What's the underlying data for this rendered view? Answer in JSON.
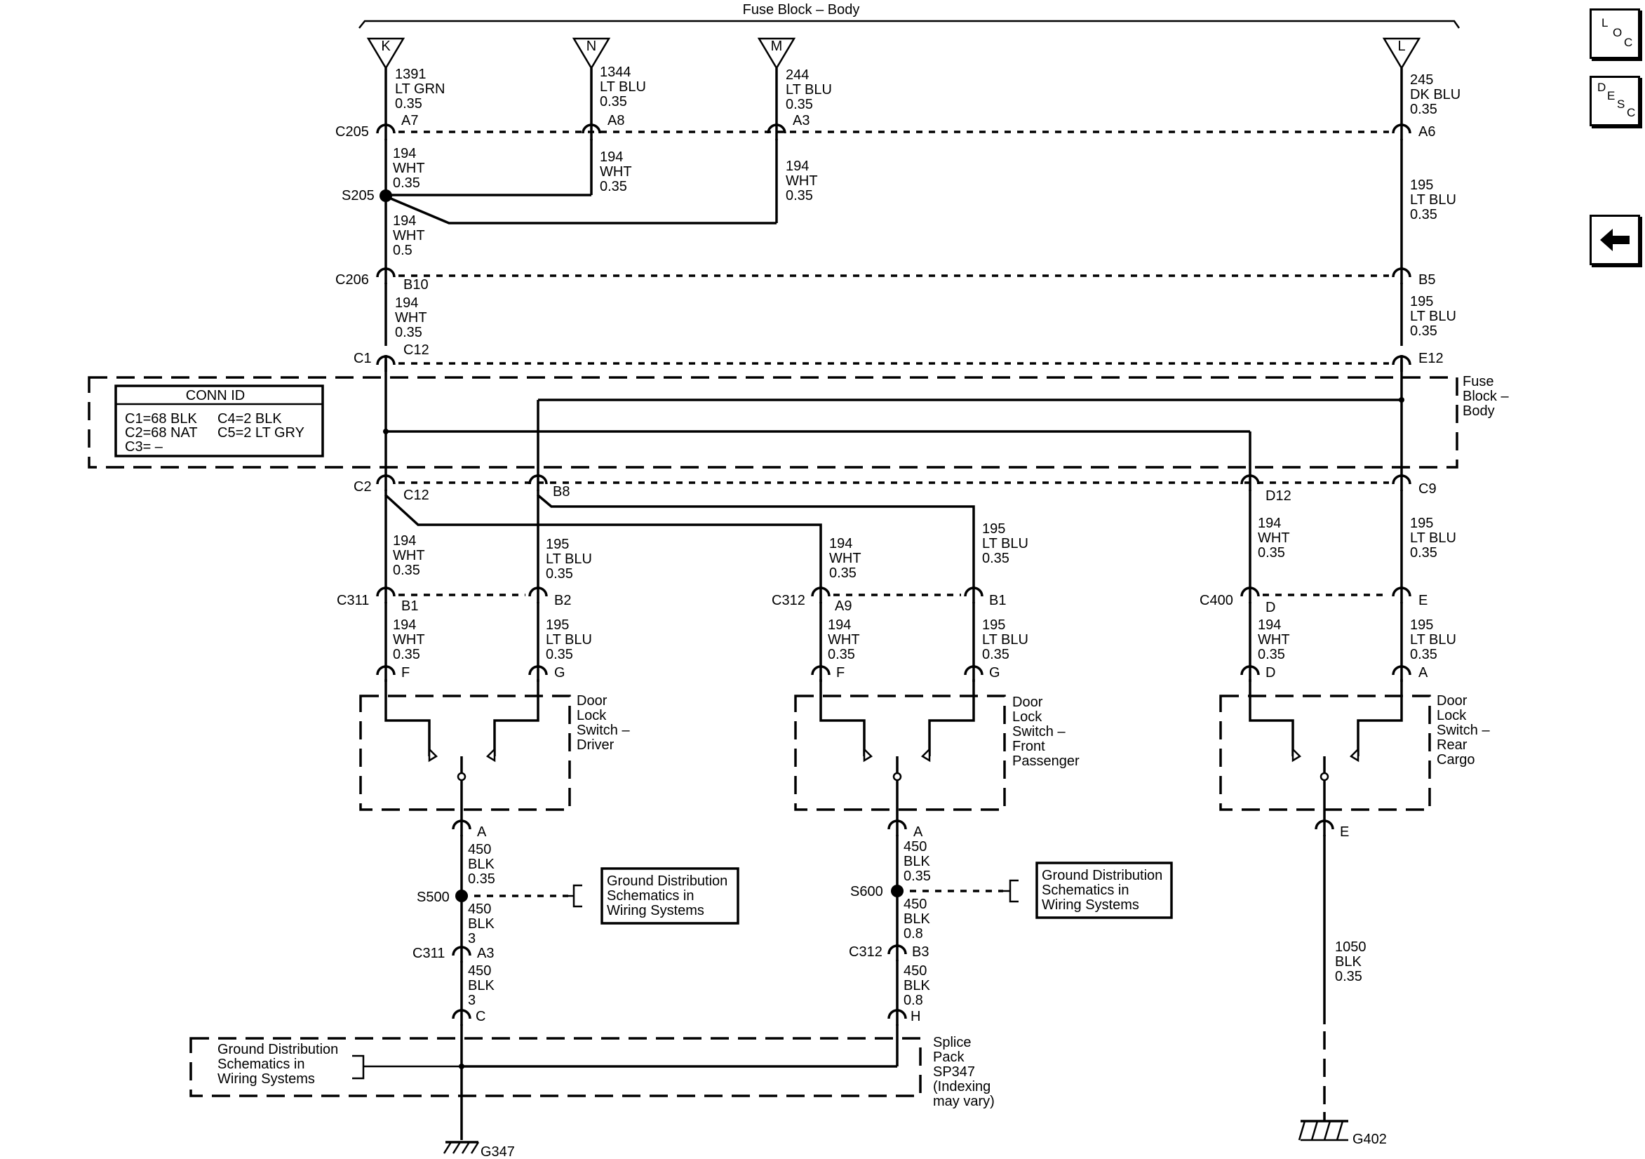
{
  "title": "Fuse Block – Body",
  "terminals": {
    "k": "K",
    "n": "N",
    "m": "M",
    "l": "L"
  },
  "w1391": [
    "1391",
    "LT GRN",
    "0.35"
  ],
  "w1344": [
    "1344",
    "LT BLU",
    "0.35"
  ],
  "w244": [
    "244",
    "LT BLU",
    "0.35"
  ],
  "w245": [
    "245",
    "DK BLU",
    "0.35"
  ],
  "c205": {
    "name": "C205",
    "a7": "A7",
    "a8": "A8",
    "a3": "A3",
    "a6": "A6"
  },
  "wA": [
    "194",
    "WHT",
    "0.35"
  ],
  "wB": [
    "194",
    "WHT",
    "0.35"
  ],
  "wC": [
    "194",
    "WHT",
    "0.35"
  ],
  "wD": [
    "194",
    "WHT",
    "0.5"
  ],
  "wE": [
    "195",
    "LT BLU",
    "0.35"
  ],
  "s205": "S205",
  "c206": {
    "name": "C206",
    "b10": "B10",
    "b5": "B5"
  },
  "wF": [
    "194",
    "WHT",
    "0.35"
  ],
  "wG": [
    "195",
    "LT BLU",
    "0.35"
  ],
  "c1": {
    "name": "C1",
    "c12": "C12",
    "e12": "E12"
  },
  "conn_id": {
    "title": "CONN ID",
    "c1": "C1=68 BLK",
    "c2": "C2=68 NAT",
    "c3": "C3= –",
    "c4": "C4=2 BLK",
    "c5": "C5=2 LT GRY"
  },
  "fuse_block_label": [
    "Fuse",
    "Block –",
    "Body"
  ],
  "c2": {
    "name": "C2",
    "c12": "C12",
    "b8": "B8",
    "d12": "D12",
    "c9": "C9"
  },
  "wH": [
    "194",
    "WHT",
    "0.35"
  ],
  "wI": [
    "195",
    "LT BLU",
    "0.35"
  ],
  "wJ": [
    "194",
    "WHT",
    "0.35"
  ],
  "wK": [
    "195",
    "LT BLU",
    "0.35"
  ],
  "wL": [
    "194",
    "WHT",
    "0.35"
  ],
  "wM": [
    "195",
    "LT BLU",
    "0.35"
  ],
  "c311": {
    "name": "C311",
    "b1": "B1",
    "b2": "B2"
  },
  "c312": {
    "name": "C312",
    "a9": "A9",
    "b1": "B1"
  },
  "c400": {
    "name": "C400",
    "d": "D",
    "e": "E"
  },
  "wN": [
    "194",
    "WHT",
    "0.35"
  ],
  "wO": [
    "195",
    "LT BLU",
    "0.35"
  ],
  "wP": [
    "194",
    "WHT",
    "0.35"
  ],
  "wQ": [
    "195",
    "LT BLU",
    "0.35"
  ],
  "wR": [
    "194",
    "WHT",
    "0.35"
  ],
  "wS": [
    "195",
    "LT BLU",
    "0.35"
  ],
  "pins": {
    "f1": "F",
    "g1": "G",
    "f2": "F",
    "g2": "G",
    "d3": "D",
    "a3": "A"
  },
  "switch_driver": [
    "Door",
    "Lock",
    "Switch –",
    "Driver"
  ],
  "switch_passenger": [
    "Door",
    "Lock",
    "Switch –",
    "Front",
    "Passenger"
  ],
  "switch_cargo": [
    "Door",
    "Lock",
    "Switch –",
    "Rear",
    "Cargo"
  ],
  "gnd_pins": {
    "a1": "A",
    "a2": "A",
    "e3": "E"
  },
  "wT": [
    "450",
    "BLK",
    "0.35"
  ],
  "wU": [
    "450",
    "BLK",
    "0.35"
  ],
  "s500": "S500",
  "s600": "S600",
  "gd1": [
    "Ground Distribution",
    "Schematics in",
    "Wiring Systems"
  ],
  "gd2": [
    "Ground Distribution",
    "Schematics in",
    "Wiring Systems"
  ],
  "gd3": [
    "Ground Distribution",
    "Schematics in",
    "Wiring Systems"
  ],
  "wV": [
    "450",
    "BLK",
    "3"
  ],
  "wW": [
    "450",
    "BLK",
    "0.8"
  ],
  "c311b": {
    "name": "C311",
    "pin": "A3"
  },
  "c312b": {
    "name": "C312",
    "pin": "B3"
  },
  "wX": [
    "450",
    "BLK",
    "3"
  ],
  "wY": [
    "450",
    "BLK",
    "0.8"
  ],
  "splice_pins": {
    "c": "C",
    "h": "H"
  },
  "splice_pack": [
    "Splice",
    "Pack",
    "SP347",
    "(Indexing",
    "may vary)"
  ],
  "w1050": [
    "1050",
    "BLK",
    "0.35"
  ],
  "g347": "G347",
  "g402": "G402",
  "nav": {
    "loc": [
      "L",
      "O",
      "C"
    ],
    "desc": [
      "D",
      "E",
      "S",
      "C"
    ]
  }
}
